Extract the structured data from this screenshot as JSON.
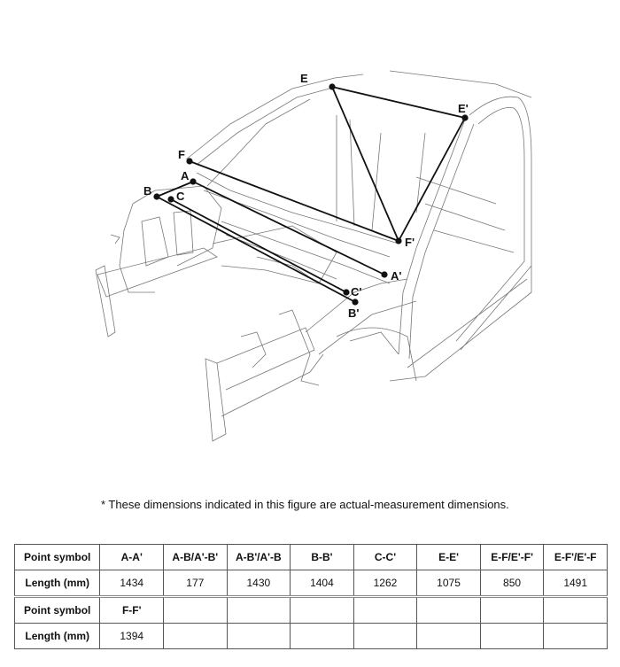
{
  "figure": {
    "description": "Vehicle body front-end measurement diagram (front side members, cowl, windshield and A-pillar region)",
    "points": [
      {
        "id": "E",
        "label": "E"
      },
      {
        "id": "E_prime",
        "label": "E'"
      },
      {
        "id": "F",
        "label": "F"
      },
      {
        "id": "A",
        "label": "A"
      },
      {
        "id": "B",
        "label": "B"
      },
      {
        "id": "C",
        "label": "C"
      },
      {
        "id": "F_prime",
        "label": "F'"
      },
      {
        "id": "A_prime",
        "label": "A'"
      },
      {
        "id": "C_prime",
        "label": "C'"
      },
      {
        "id": "B_prime",
        "label": "B'"
      }
    ],
    "measurement_lines": [
      [
        "E",
        "E_prime"
      ],
      [
        "E",
        "F_prime"
      ],
      [
        "E_prime",
        "F_prime"
      ],
      [
        "F",
        "F_prime"
      ],
      [
        "A",
        "A_prime"
      ],
      [
        "A",
        "B"
      ],
      [
        "B",
        "B_prime"
      ],
      [
        "C",
        "C_prime"
      ]
    ]
  },
  "note": "*  These dimensions indicated in this figure are actual-measurement dimensions.",
  "table": {
    "row_header_symbol": "Point symbol",
    "row_header_length": "Length (mm)",
    "block1": {
      "symbols": [
        "A-A'",
        "A-B/A'-B'",
        "A-B'/A'-B",
        "B-B'",
        "C-C'",
        "E-E'",
        "E-F/E'-F'",
        "E-F'/E'-F"
      ],
      "lengths": [
        "1434",
        "177",
        "1430",
        "1404",
        "1262",
        "1075",
        "850",
        "1491"
      ]
    },
    "block2": {
      "symbols": [
        "F-F'",
        "",
        "",
        "",
        "",
        "",
        "",
        ""
      ],
      "lengths": [
        "1394",
        "",
        "",
        "",
        "",
        "",
        "",
        ""
      ]
    }
  }
}
